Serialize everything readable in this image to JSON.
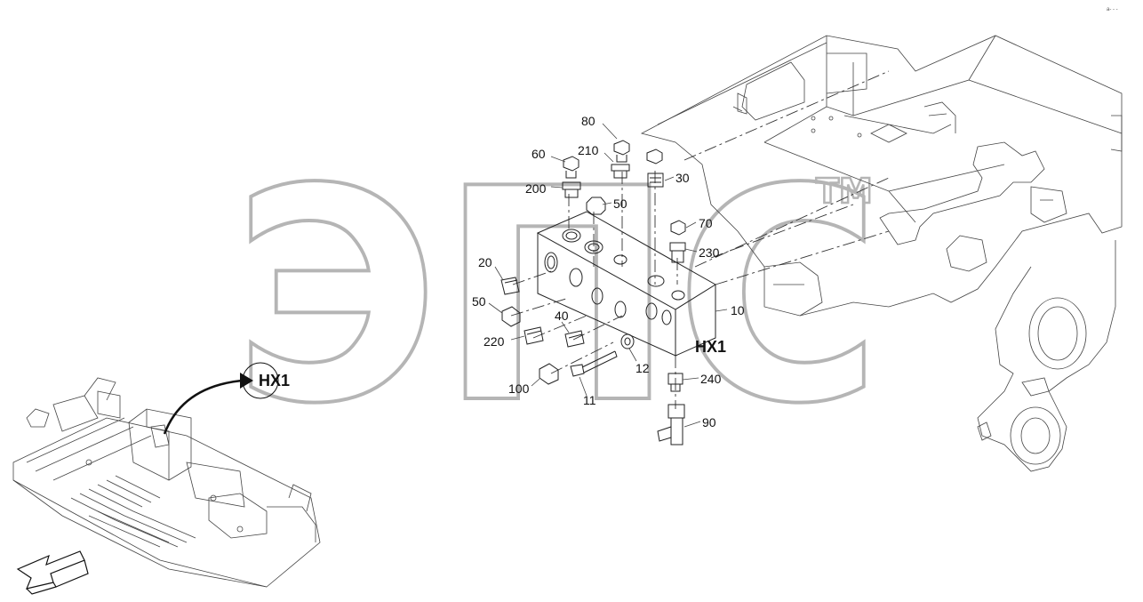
{
  "watermark": {
    "text": "ЭПС",
    "tm": "TM"
  },
  "callouts": [
    {
      "id": "80",
      "text": "80"
    },
    {
      "id": "60",
      "text": "60"
    },
    {
      "id": "210",
      "text": "210"
    },
    {
      "id": "200",
      "text": "200"
    },
    {
      "id": "50a",
      "text": "50"
    },
    {
      "id": "30",
      "text": "30"
    },
    {
      "id": "70",
      "text": "70"
    },
    {
      "id": "230",
      "text": "230"
    },
    {
      "id": "20",
      "text": "20"
    },
    {
      "id": "50b",
      "text": "50"
    },
    {
      "id": "40",
      "text": "40"
    },
    {
      "id": "220",
      "text": "220"
    },
    {
      "id": "10",
      "text": "10"
    },
    {
      "id": "12",
      "text": "12"
    },
    {
      "id": "100",
      "text": "100"
    },
    {
      "id": "11",
      "text": "11"
    },
    {
      "id": "240",
      "text": "240"
    },
    {
      "id": "90",
      "text": "90"
    }
  ],
  "hx_block_label": "HX1",
  "hx_overview_label": "HX1",
  "corner_mark": "a- - -"
}
